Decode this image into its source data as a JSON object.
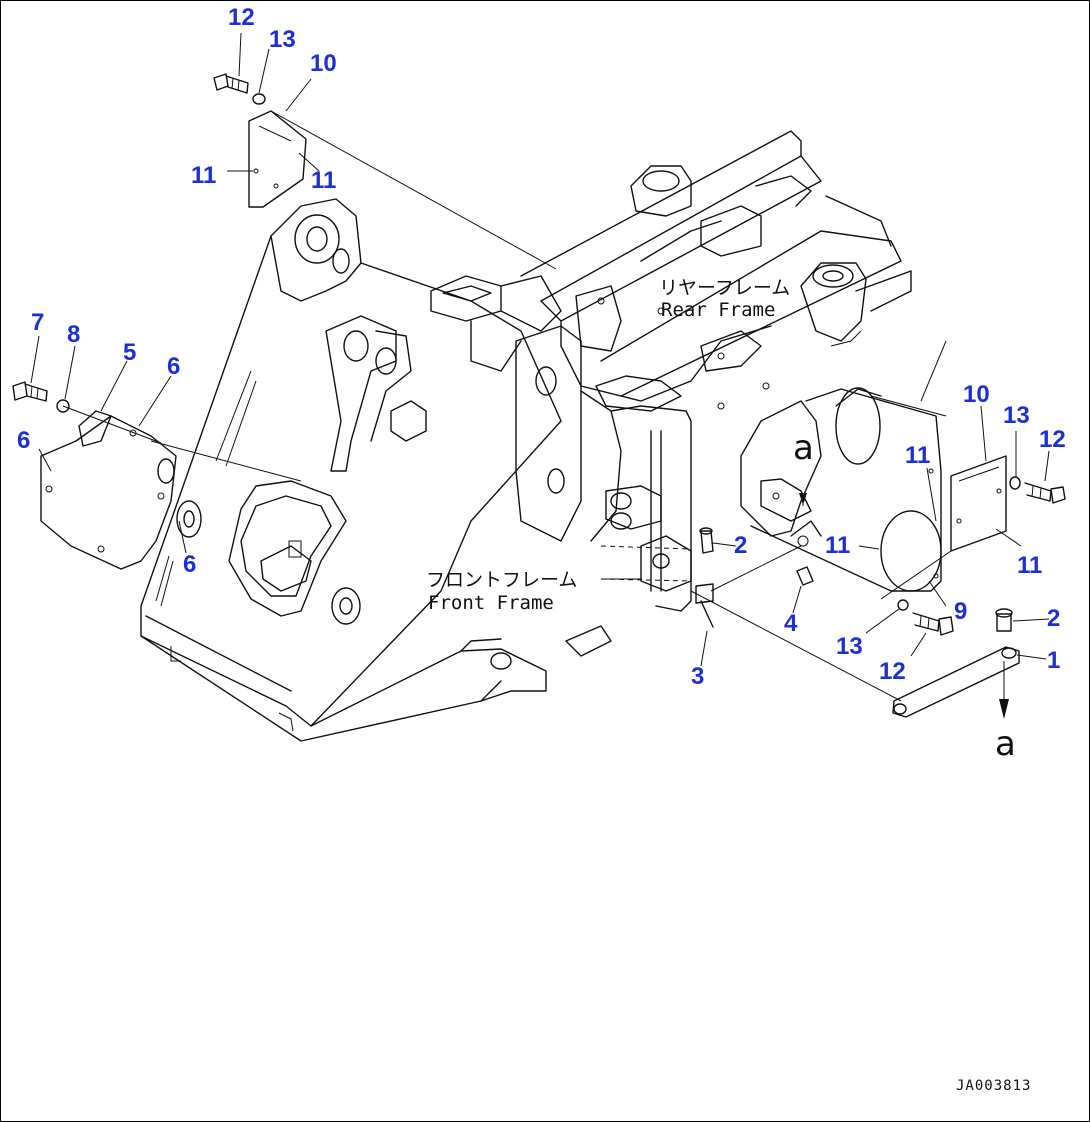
{
  "callouts": {
    "c12a": "12",
    "c13a": "13",
    "c10a": "10",
    "c11a": "11",
    "c11b": "11",
    "c7": "7",
    "c8": "8",
    "c5": "5",
    "c6a": "6",
    "c6b": "6",
    "c6c": "6",
    "c10b": "10",
    "c13b": "13",
    "c12b": "12",
    "c11c": "11",
    "c11d": "11",
    "c11e": "11",
    "c2a": "2",
    "c4": "4",
    "c9": "9",
    "c3": "3",
    "c13c": "13",
    "c12c": "12",
    "c2b": "2",
    "c1": "1"
  },
  "labels": {
    "rear_frame_jp": "リヤーフレーム",
    "rear_frame_en": "Rear Frame",
    "front_frame_jp": "フロントフレーム",
    "front_frame_en": "Front Frame",
    "view_ref_1": "a",
    "view_ref_2": "a",
    "drawing_id": "JA003813"
  },
  "colors": {
    "callout": "#1a2fd6",
    "line": "#111111"
  }
}
